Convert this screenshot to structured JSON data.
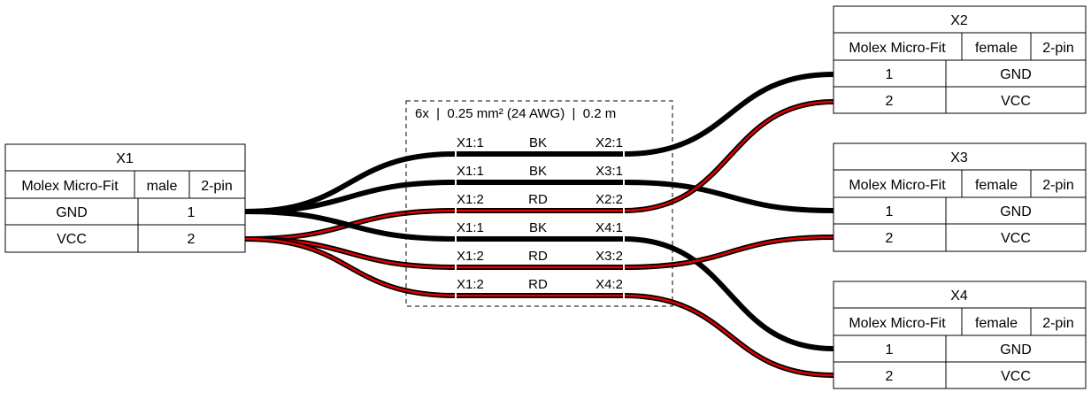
{
  "bundle": {
    "label": "6x  |  0.25 mm² (24 AWG)  |  0.2 m",
    "wires": [
      {
        "from": "X1:1",
        "color": "BK",
        "to": "X2:1"
      },
      {
        "from": "X1:1",
        "color": "BK",
        "to": "X3:1"
      },
      {
        "from": "X1:2",
        "color": "RD",
        "to": "X2:2"
      },
      {
        "from": "X1:1",
        "color": "BK",
        "to": "X4:1"
      },
      {
        "from": "X1:2",
        "color": "RD",
        "to": "X3:2"
      },
      {
        "from": "X1:2",
        "color": "RD",
        "to": "X4:2"
      }
    ]
  },
  "connectors": [
    {
      "id": "X1",
      "model": "Molex Micro-Fit",
      "gender": "male",
      "pincount": "2-pin",
      "pins": [
        {
          "signal": "GND",
          "pin": "1"
        },
        {
          "signal": "VCC",
          "pin": "2"
        }
      ]
    },
    {
      "id": "X2",
      "model": "Molex Micro-Fit",
      "gender": "female",
      "pincount": "2-pin",
      "pins": [
        {
          "pin": "1",
          "signal": "GND"
        },
        {
          "pin": "2",
          "signal": "VCC"
        }
      ]
    },
    {
      "id": "X3",
      "model": "Molex Micro-Fit",
      "gender": "female",
      "pincount": "2-pin",
      "pins": [
        {
          "pin": "1",
          "signal": "GND"
        },
        {
          "pin": "2",
          "signal": "VCC"
        }
      ]
    },
    {
      "id": "X4",
      "model": "Molex Micro-Fit",
      "gender": "female",
      "pincount": "2-pin",
      "pins": [
        {
          "pin": "1",
          "signal": "GND"
        },
        {
          "pin": "2",
          "signal": "VCC"
        }
      ]
    }
  ],
  "colors": {
    "BK": "#000000",
    "RD": "#ff0000",
    "line": "#000000",
    "background": "#ffffff"
  }
}
